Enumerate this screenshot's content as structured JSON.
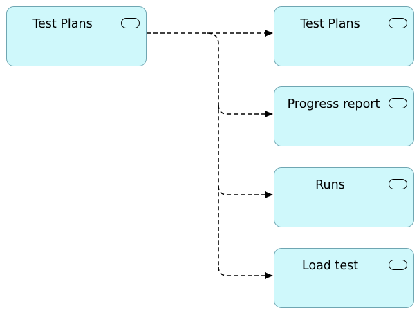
{
  "diagram": {
    "source": {
      "label": "Test Plans",
      "icon": "rounded-rect-icon"
    },
    "targets": [
      {
        "label": "Test Plans",
        "icon": "rounded-rect-icon"
      },
      {
        "label": "Progress report",
        "icon": "rounded-rect-icon"
      },
      {
        "label": "Runs",
        "icon": "rounded-rect-icon"
      },
      {
        "label": "Load test",
        "icon": "rounded-rect-icon"
      }
    ],
    "connector_style": "dashed-arrow",
    "colors": {
      "node_fill": "#cff8fb",
      "node_border": "#6fa6b2",
      "connector": "#000000"
    }
  }
}
